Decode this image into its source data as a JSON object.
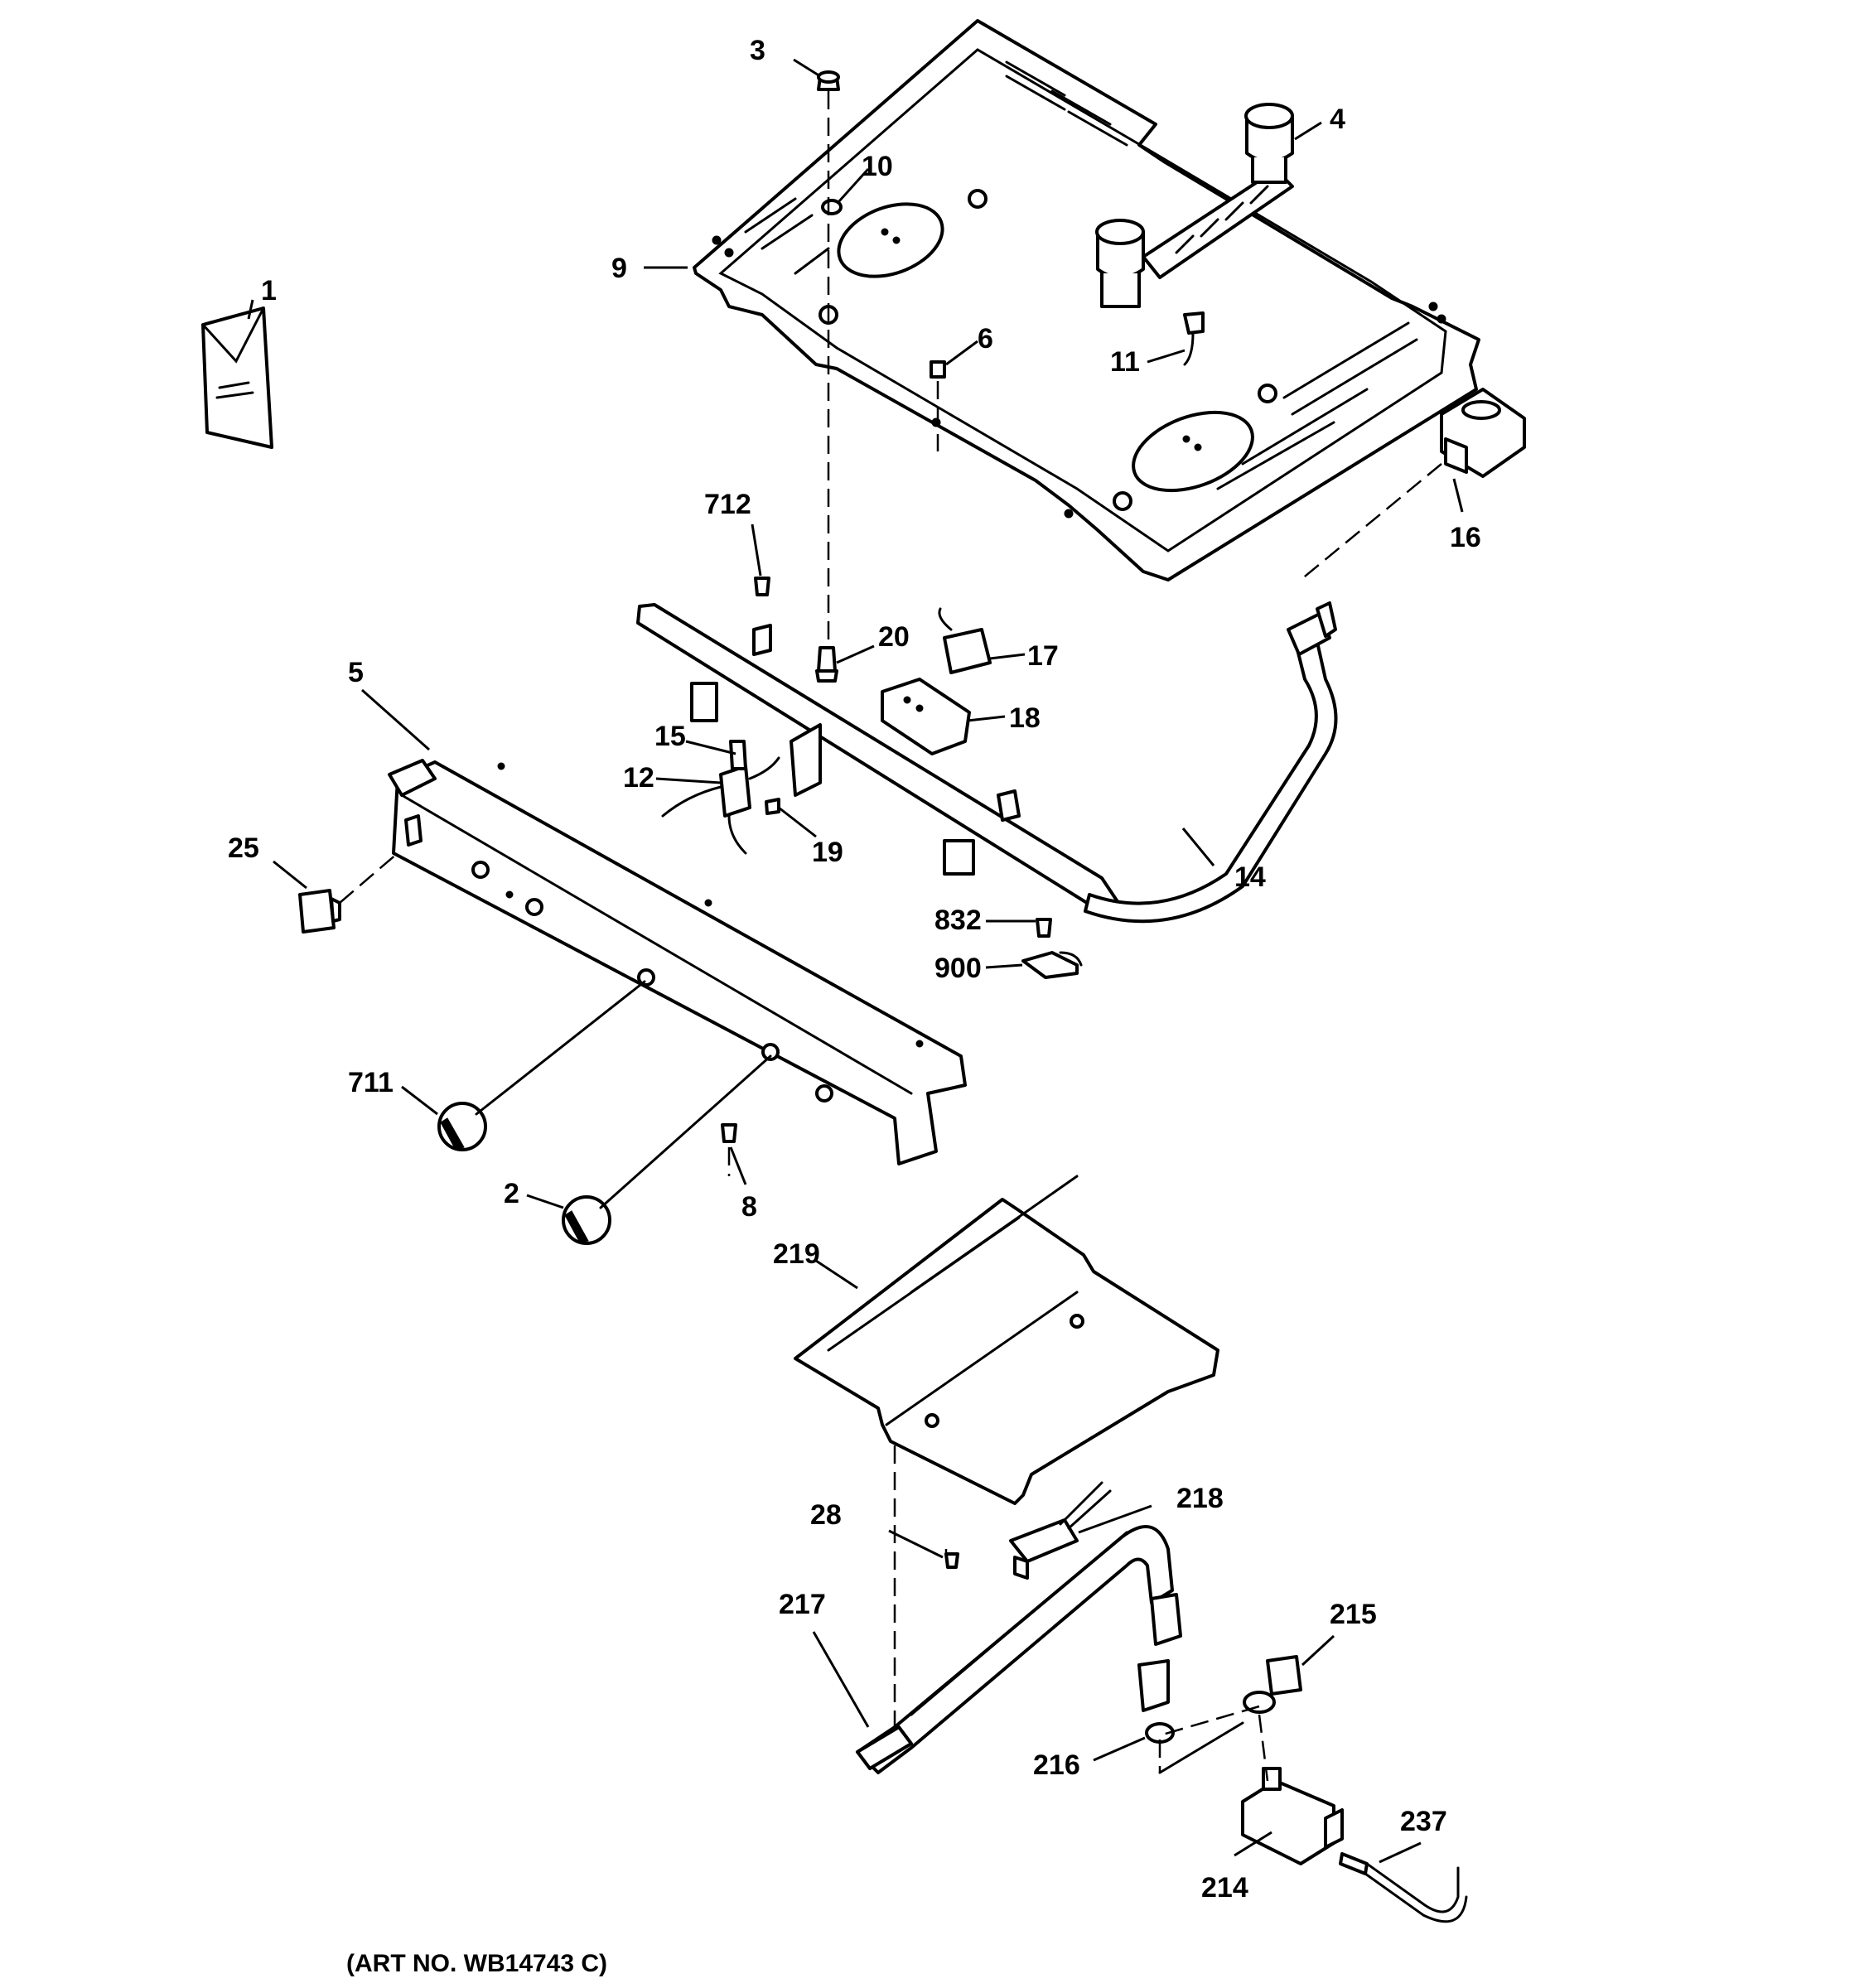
{
  "callouts": {
    "c1": "1",
    "c2": "2",
    "c3": "3",
    "c4": "4",
    "c5": "5",
    "c6": "6",
    "c8": "8",
    "c9": "9",
    "c10": "10",
    "c11": "11",
    "c12": "12",
    "c14": "14",
    "c15": "15",
    "c16": "16",
    "c17": "17",
    "c18": "18",
    "c19": "19",
    "c20": "20",
    "c25": "25",
    "c28": "28",
    "c214": "214",
    "c215": "215",
    "c216": "216",
    "c217": "217",
    "c218": "218",
    "c219": "219",
    "c237": "237",
    "c711": "711",
    "c712": "712",
    "c832": "832",
    "c900": "900"
  },
  "art_number": "(ART NO. WB14743 C)"
}
